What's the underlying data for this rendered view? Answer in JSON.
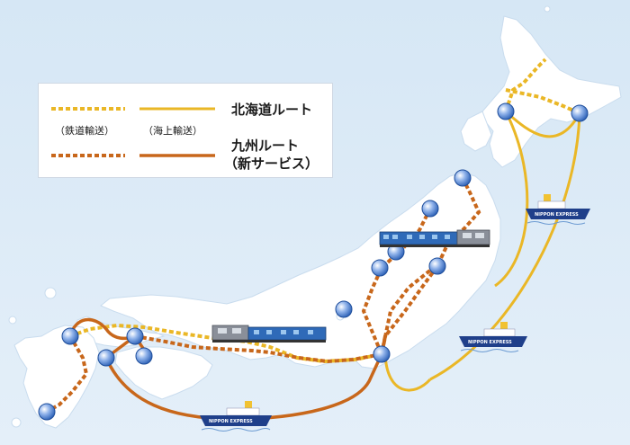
{
  "legend": {
    "rail_label": "（鉄道輸送）",
    "sea_label": "（海上輸送）",
    "hokkaido_route": "北海道ルート",
    "kyushu_route": "九州ルート",
    "kyushu_note": "（新サービス）"
  },
  "ships": [
    {
      "name": "NIPPON EXPRESS"
    },
    {
      "name": "NIPPON EXPRESS"
    },
    {
      "name": "NIPPON EXPRESS"
    }
  ],
  "colors": {
    "sea": "#dbeaf6",
    "land": "#ffffff",
    "hokkaido_route": "#eab726",
    "kyushu_route": "#c8671b",
    "node": "#3d71c4"
  }
}
